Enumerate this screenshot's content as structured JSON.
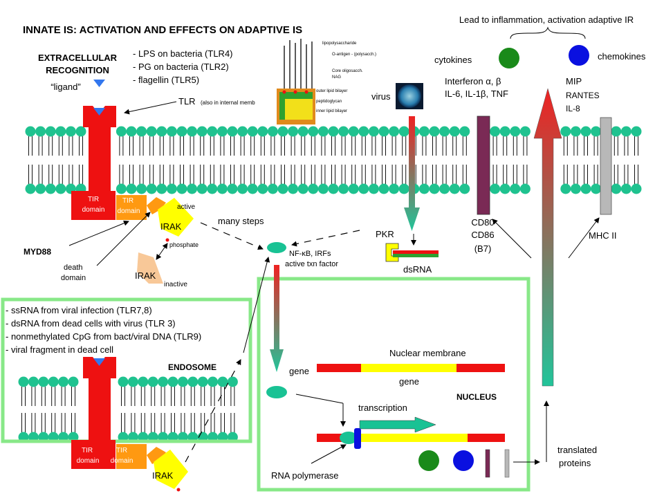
{
  "title": "INNATE IS:  ACTIVATION AND EFFECTS ON ADAPTIVE IS",
  "extracellular": {
    "heading_line1": "EXTRACELLULAR",
    "heading_line2": "RECOGNITION",
    "ligand": "“ligand”",
    "ligands": [
      "- LPS on bacteria (TLR4)",
      "- PG on bacteria (TLR2)",
      "- flagellin (TLR5)"
    ]
  },
  "tlr_label": "TLR",
  "tlr_note": "(also in internal memb",
  "bacterial_wall": {
    "labels": [
      "lipopolysaccharide",
      "O-antigen - (polysacch.)",
      "Core oligosacch.",
      "NAG",
      "outer lipid bilayer",
      "peptidoglycan",
      "inner lipid bilayer"
    ],
    "colors": {
      "outer": "#e08a1c",
      "peptidoglycan": "#2fa12f",
      "inner": "#f2e01a"
    }
  },
  "virus_label": "virus",
  "top_bracket_text": "Lead to inflammation, activation adaptive IR",
  "cytokines": {
    "label": "cytokines",
    "color": "#1a8a1a",
    "line1": "Interferon  α, β",
    "line2": "IL-6, IL-1β, TNF"
  },
  "chemokines": {
    "label": "chemokines",
    "color": "#0a10e0",
    "items": [
      "MIP",
      "RANTES",
      "IL-8"
    ]
  },
  "signaling": {
    "tir": "TIR",
    "domain": "domain",
    "irak": "IRAK",
    "active": "active",
    "inactive": "inactive",
    "phosphate": "phosphate",
    "many_steps": "many steps",
    "myd88": "MYD88",
    "death1": "death",
    "death2": "domain",
    "pkr": "PKR",
    "dsrna": "dsRNA",
    "nfkb1": "NF-κB, IRFs",
    "nfkb2": "active txn factor"
  },
  "costim": {
    "line1": "CD80",
    "line2": "CD86",
    "line3": "(B7)",
    "color": "#7a2a55"
  },
  "mhc": {
    "label": "MHC II",
    "color": "#b8b8b8"
  },
  "endosome": {
    "label": "ENDOSOME",
    "items": [
      "- ssRNA from viral infection (TLR7,8)",
      "- dsRNA from dead cells with virus (TLR 3)",
      "- nonmethylated  CpG from bact/viral DNA (TLR9)",
      "- viral fragment in dead cell"
    ]
  },
  "nucleus": {
    "label": "NUCLEUS",
    "membrane": "Nuclear membrane",
    "gene_left": "gene",
    "gene_below": "gene",
    "transcription": "transcription",
    "rna_pol": "RNA polymerase",
    "translated1": "translated",
    "translated2": "proteins"
  },
  "colors": {
    "receptor": "#ee1111",
    "tir": "#ff9911",
    "irak": "#ffff00",
    "irak_inactive": "#f8c898",
    "teal": "#19c294",
    "box": "#88e888",
    "lipid_head": "#1fc28f"
  }
}
